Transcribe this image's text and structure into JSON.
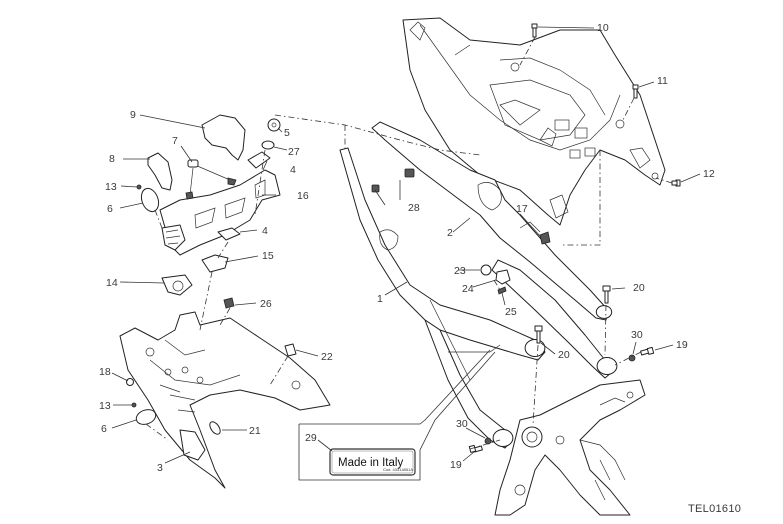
{
  "diagram": {
    "title": "Rear subframe exploded view",
    "reference_code": "TEL01610",
    "callouts": [
      {
        "id": "c1",
        "number": "1"
      },
      {
        "id": "c2",
        "number": "2"
      },
      {
        "id": "c3",
        "number": "3"
      },
      {
        "id": "c4a",
        "number": "4"
      },
      {
        "id": "c4b",
        "number": "4"
      },
      {
        "id": "c5",
        "number": "5"
      },
      {
        "id": "c6a",
        "number": "6"
      },
      {
        "id": "c6b",
        "number": "6"
      },
      {
        "id": "c7",
        "number": "7"
      },
      {
        "id": "c8",
        "number": "8"
      },
      {
        "id": "c9",
        "number": "9"
      },
      {
        "id": "c10",
        "number": "10"
      },
      {
        "id": "c11",
        "number": "11"
      },
      {
        "id": "c12",
        "number": "12"
      },
      {
        "id": "c13a",
        "number": "13"
      },
      {
        "id": "c13b",
        "number": "13"
      },
      {
        "id": "c14",
        "number": "14"
      },
      {
        "id": "c15",
        "number": "15"
      },
      {
        "id": "c16",
        "number": "16"
      },
      {
        "id": "c17",
        "number": "17"
      },
      {
        "id": "c18",
        "number": "18"
      },
      {
        "id": "c19a",
        "number": "19"
      },
      {
        "id": "c19b",
        "number": "19"
      },
      {
        "id": "c20a",
        "number": "20"
      },
      {
        "id": "c20b",
        "number": "20"
      },
      {
        "id": "c21",
        "number": "21"
      },
      {
        "id": "c22",
        "number": "22"
      },
      {
        "id": "c23",
        "number": "23"
      },
      {
        "id": "c24",
        "number": "24"
      },
      {
        "id": "c25",
        "number": "25"
      },
      {
        "id": "c26",
        "number": "26"
      },
      {
        "id": "c27",
        "number": "27"
      },
      {
        "id": "c28",
        "number": "28"
      },
      {
        "id": "c29",
        "number": "29"
      },
      {
        "id": "c30a",
        "number": "30"
      },
      {
        "id": "c30b",
        "number": "30"
      }
    ],
    "label_inset": {
      "main_text": "Made in Italy",
      "code_text": "Cod. 43314851A"
    }
  }
}
